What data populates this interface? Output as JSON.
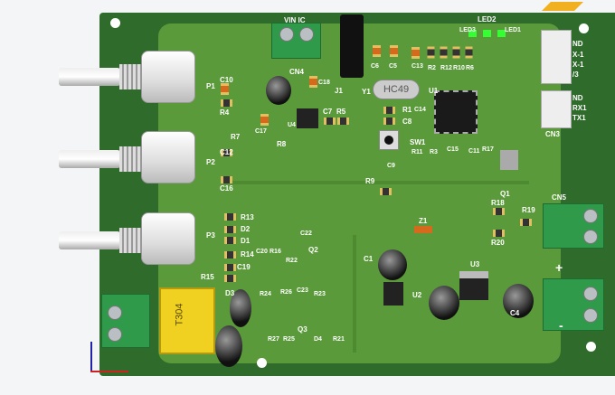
{
  "board": {
    "colors": {
      "board": "#2f6b2a",
      "inner": "#5a9a3a",
      "terminal": "#2e9a4a",
      "transformer": "#f0d020"
    }
  },
  "labels": {
    "cn4": "CN4",
    "vin": "VIN IC",
    "j1": "J1",
    "y1": "Y1",
    "hc49": "HC49",
    "u1": "U1",
    "led1": "LED1",
    "led2": "LED2",
    "led3": "LED3",
    "c6": "C6",
    "c5": "C5",
    "c13": "C13",
    "r2": "R2",
    "r12": "R12",
    "r10": "R10",
    "r6": "R6",
    "cn3": "CN3",
    "cn3a": "ND",
    "cn3b": "X-1",
    "cn3c": "X-1",
    "cn3d": "/3",
    "cn3e": "ND",
    "cn3f": "RX1",
    "cn3g": "TX1",
    "p1": "P1",
    "c10": "C10",
    "r4": "R4",
    "c18": "C18",
    "c17": "C17",
    "u4": "U4",
    "r8": "R8",
    "c7": "C7",
    "r5": "R5",
    "r1": "R1",
    "c14": "C14",
    "c8": "C8",
    "sw1": "SW1",
    "r7": "R7",
    "p2": "P2",
    "c12": "C12",
    "c16": "C16",
    "r9": "R9",
    "c9": "C9",
    "r11": "R11",
    "r3": "R3",
    "c15": "C15",
    "c11": "C11",
    "r17": "R17",
    "q1": "Q1",
    "cn5": "CN5",
    "r18": "R18",
    "r19": "R19",
    "r20": "R20",
    "z1": "Z1",
    "r13": "R13",
    "d2": "D2",
    "d1": "D1",
    "p3": "P3",
    "r14": "R14",
    "c19": "C19",
    "c20": "C20",
    "r16": "R16",
    "r15": "R15",
    "c22": "C22",
    "q2": "Q2",
    "r22": "R22",
    "c1": "C1",
    "u3": "U3",
    "u2": "U2",
    "c4": "C4",
    "plus": "+",
    "minus": "-",
    "t304": "T304",
    "d3": "D3",
    "r24": "R24",
    "r26": "R26",
    "c23": "C23",
    "r23": "R23",
    "r27": "R27",
    "r25": "R25",
    "q3": "Q3",
    "d4": "D4",
    "r21": "R21"
  }
}
